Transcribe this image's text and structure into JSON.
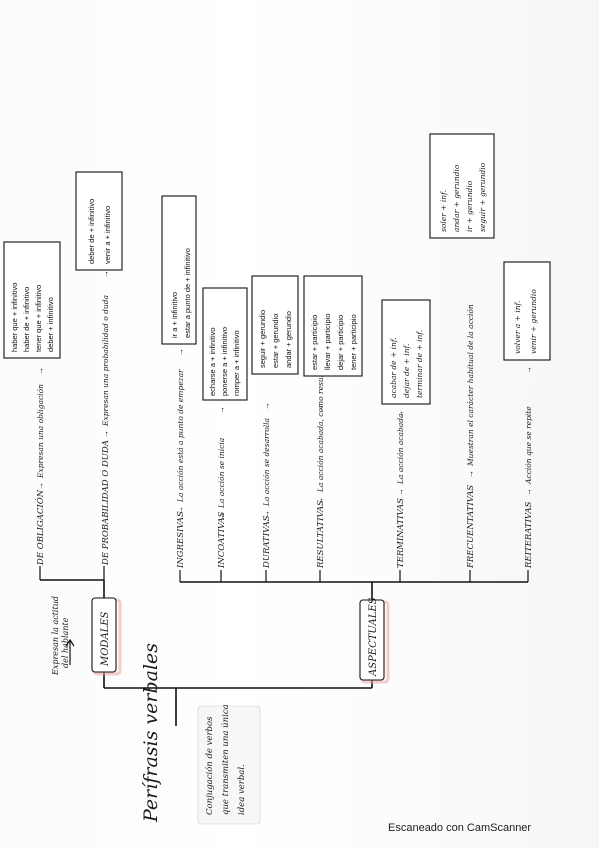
{
  "title": "Perífrasis verbales",
  "definition": [
    "Conjugación de verbos",
    "que transmiten una única",
    "idea verbal."
  ],
  "modales": {
    "label": "MODALES",
    "note": [
      "Expresan la actitud",
      "del hablante"
    ],
    "branches": [
      {
        "name": "DE OBLIGACIÓN",
        "desc": "Expresan una obligación",
        "items": [
          "haber que + infinitivo",
          "haber de + infinitivo",
          "tener que + infinitivo",
          "deber + infinitivo"
        ]
      },
      {
        "name": "DE PROBABILIDAD O DUDA",
        "desc": "Expresan una probabilidad o duda",
        "items": [
          "deber de + infinitivo",
          "venir a + infinitivo"
        ]
      }
    ]
  },
  "aspectuales": {
    "label": "ASPECTUALES",
    "branches": [
      {
        "name": "INGRESIVAS",
        "desc": "La acción está a punto de empezar",
        "items": [
          "ir a + infinitivo",
          "estar a punto de + infinitivo"
        ]
      },
      {
        "name": "INCOATIVAS",
        "desc": "La acción se inicia",
        "items": [
          "echarse a + infinitivo",
          "ponerse a + infinitivo",
          "romper a + infinitivo"
        ]
      },
      {
        "name": "DURATIVAS",
        "desc": "La acción se desarrolla",
        "items": [
          "seguir + gerundio",
          "estar + gerundio",
          "andar + gerundio"
        ]
      },
      {
        "name": "RESULTATIVAS",
        "desc": "La acción acabada, como resultado",
        "items": [
          "estar + participio",
          "llevar + participio",
          "dejar + participio",
          "tener + participio"
        ]
      },
      {
        "name": "TERMINATIVAS",
        "desc": "La acción acabada",
        "items": [
          "acabar de + inf.",
          "dejar de + inf.",
          "terminar de + inf."
        ]
      },
      {
        "name": "FRECUENTATIVAS",
        "desc": "Muestran el carácter habitual de la acción",
        "items": [
          "soler + inf.",
          "andar + gerundio",
          "ir + gerundio",
          "seguir + gerundio"
        ]
      },
      {
        "name": "REITERATIVAS",
        "desc": "Acción que se repite",
        "items": [
          "volver a + inf.",
          "venir + gerundio"
        ]
      }
    ]
  },
  "footer": "Escaneado con CamScanner"
}
